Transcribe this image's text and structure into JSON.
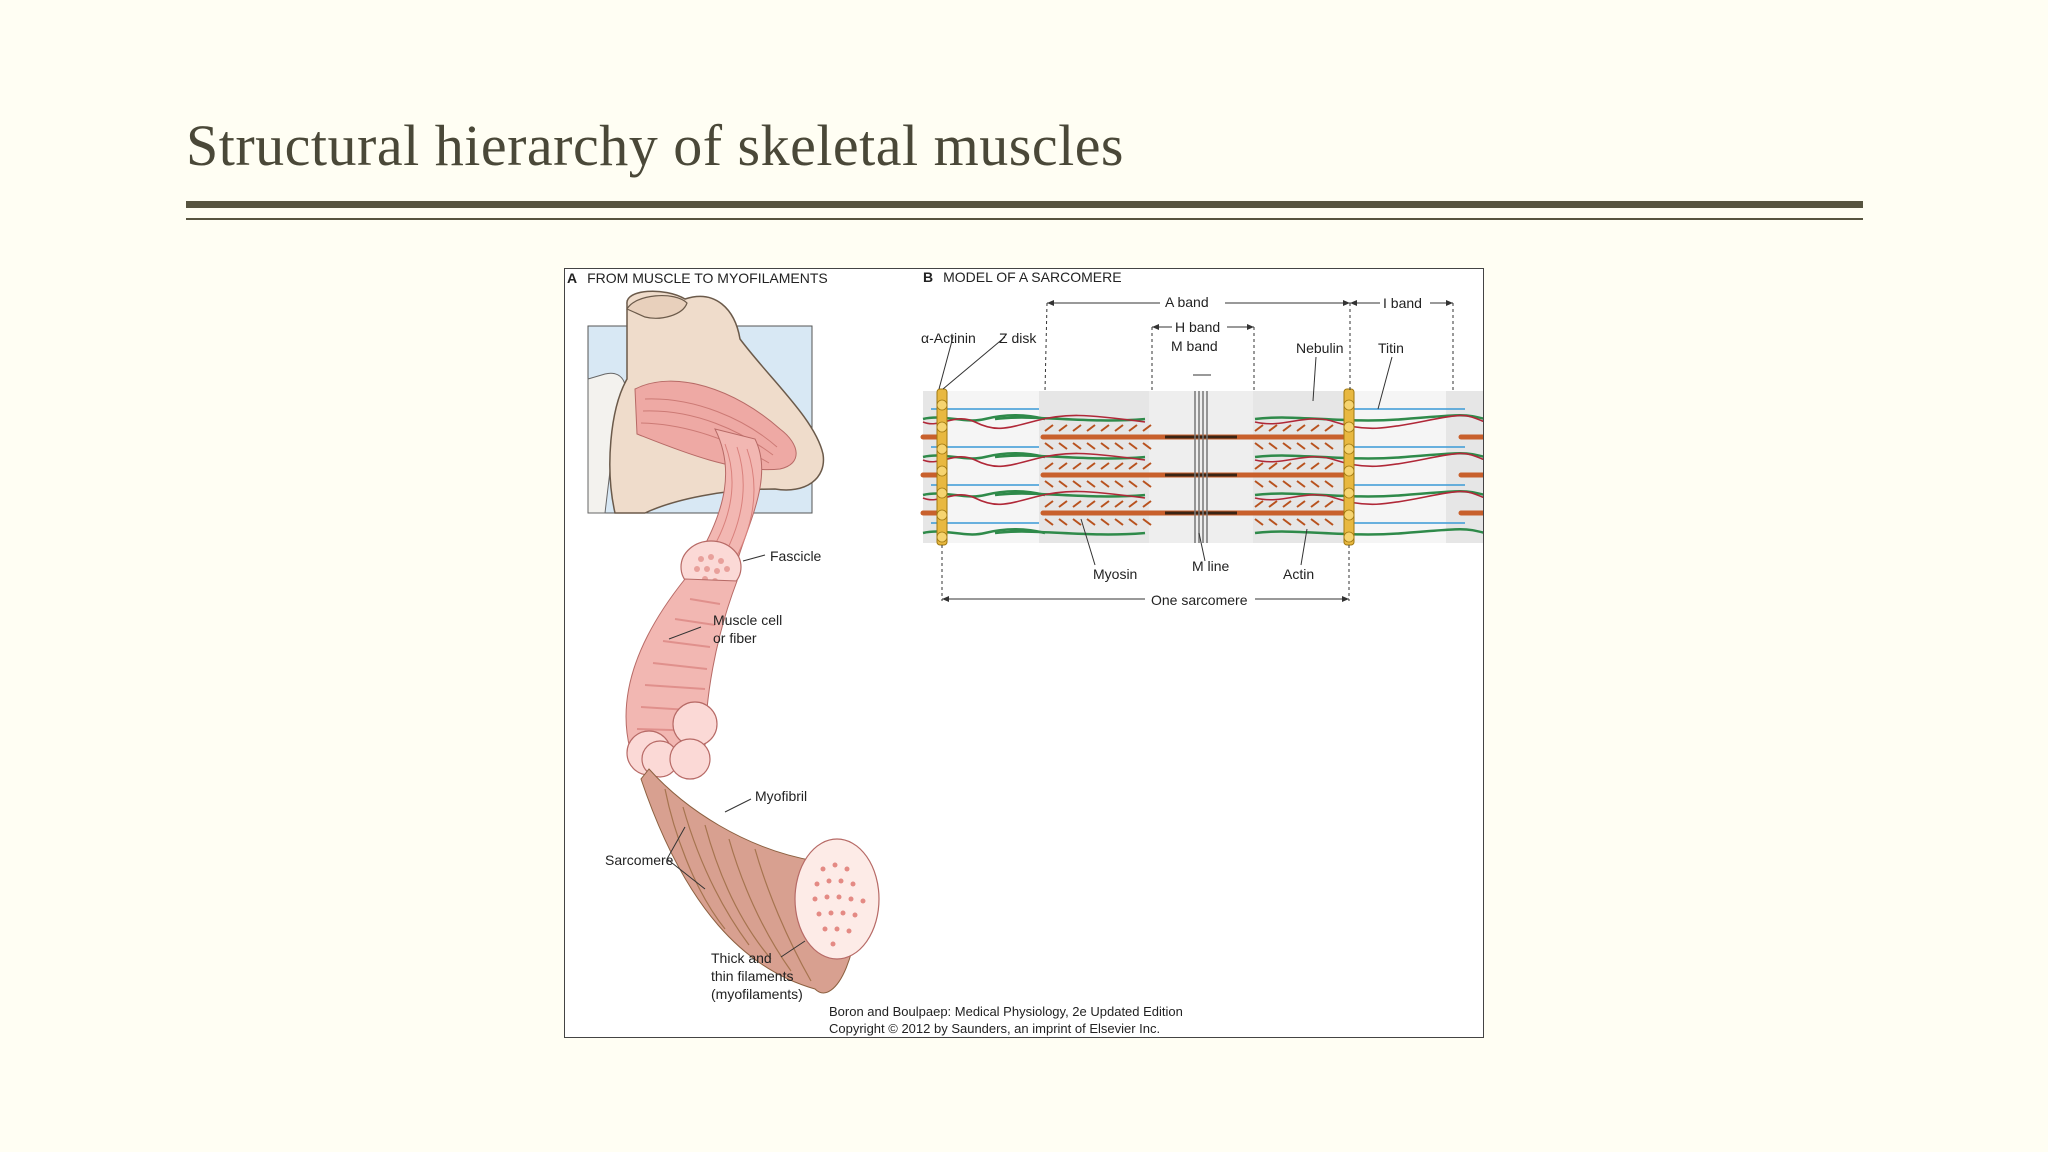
{
  "slide": {
    "title": "Structural hierarchy of skeletal muscles"
  },
  "figure": {
    "panel_a": {
      "letter": "A",
      "heading": "FROM MUSCLE TO MYOFILAMENTS",
      "labels": {
        "fascicle": "Fascicle",
        "muscle_cell_1": "Muscle cell",
        "muscle_cell_2": "or fiber",
        "myofibril": "Myofibril",
        "sarcomere": "Sarcomere",
        "filaments_1": "Thick and",
        "filaments_2": "thin filaments",
        "filaments_3": "(myofilaments)"
      }
    },
    "panel_b": {
      "letter": "B",
      "heading": "MODEL OF A SARCOMERE",
      "labels": {
        "a_band": "A band",
        "i_band": "I band",
        "h_band": "H band",
        "m_band": "M band",
        "alpha_actinin": "α-Actinin",
        "z_disk": "Z disk",
        "nebulin": "Nebulin",
        "titin": "Titin",
        "myosin": "Myosin",
        "m_line": "M line",
        "actin": "Actin",
        "one_sarcomere": "One sarcomere"
      }
    },
    "credit": {
      "line1": "Boron and Boulpaep: Medical Physiology, 2e Updated Edition",
      "line2": "Copyright © 2012 by Saunders, an imprint of Elsevier Inc."
    },
    "colors": {
      "muscle": "#f0b4b0",
      "muscle_stripe": "#d9807c",
      "myosin": "#c8602c",
      "z_disk": "#e8b840",
      "actin": "#2f8a4a",
      "nebulin": "#b02838",
      "titin": "#3a9ad6"
    }
  }
}
